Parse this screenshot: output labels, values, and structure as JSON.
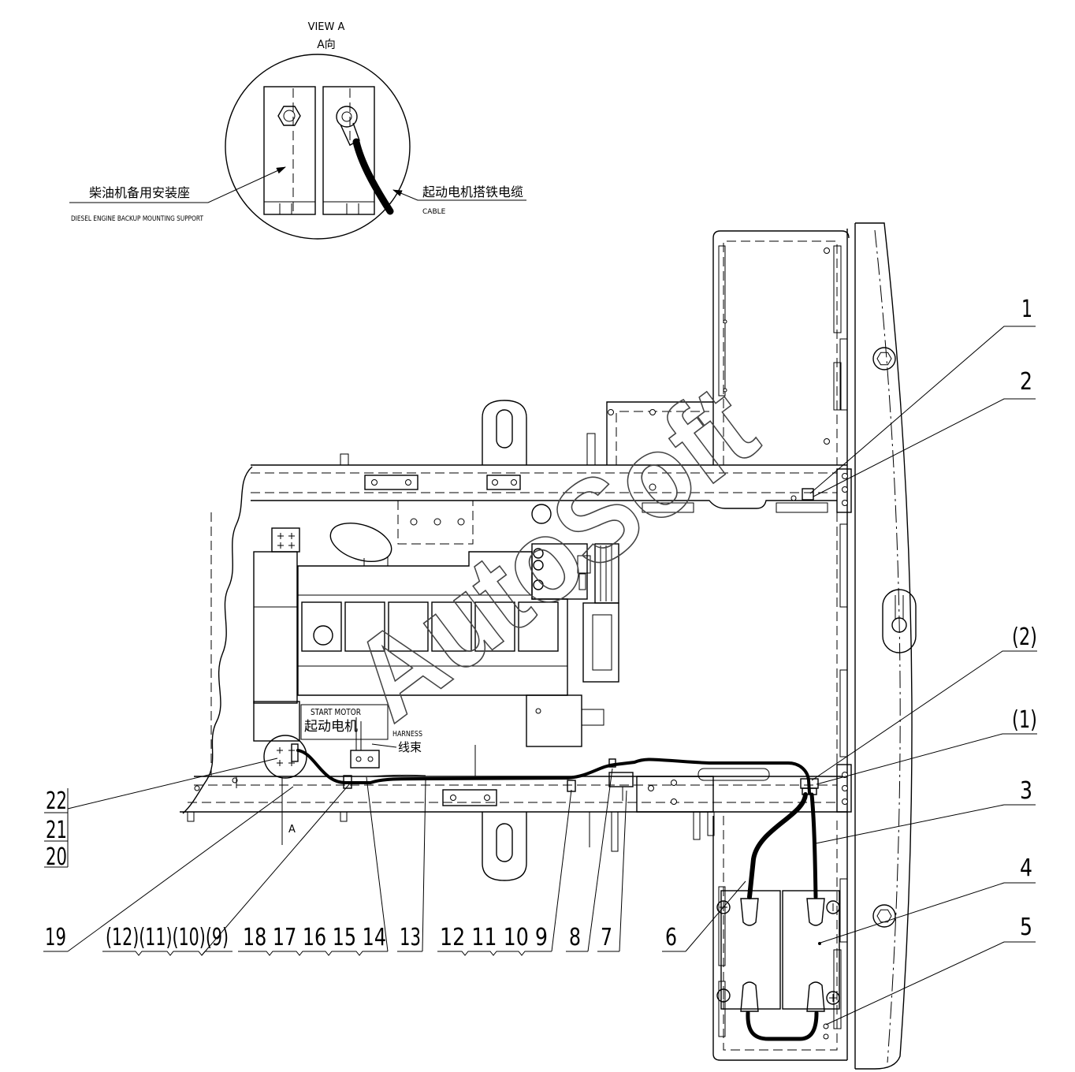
{
  "view": {
    "title": "VIEW A",
    "title_cn": "A向"
  },
  "labels": {
    "mount_cn": "柴油机备用安装座",
    "mount_en": "DIESEL ENGINE BACKUP MOUNTING SUPPORT",
    "cable_cn": "起动电机搭铁电缆",
    "cable_en": "CABLE",
    "start_motor_en": "START MOTOR",
    "start_motor_cn": "起动电机",
    "harness_en": "HARNESS",
    "harness_cn": "线束",
    "section": "A",
    "watermark": "AutoSoft"
  },
  "callouts": {
    "right": [
      "1",
      "2",
      "(2)",
      "(1)",
      "3",
      "4",
      "5"
    ],
    "left": [
      "22",
      "21",
      "20"
    ],
    "bottom": [
      "19",
      "(12)(11)(10)(9)",
      "18 17 16 15 14",
      "13",
      "12 11 10 9",
      "8",
      "7",
      "6"
    ]
  }
}
